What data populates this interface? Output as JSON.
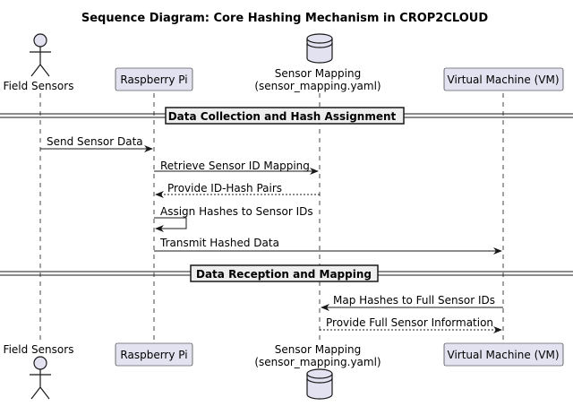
{
  "title": "Sequence Diagram: Core Hashing Mechanism in CROP2CLOUD",
  "participants": {
    "field_sensors": "Field Sensors",
    "raspberry_pi": "Raspberry Pi",
    "sensor_mapping_line1": "Sensor Mapping",
    "sensor_mapping_line2": "(sensor_mapping.yaml)",
    "vm": "Virtual Machine (VM)"
  },
  "sections": [
    "Data Collection and Hash Assignment",
    "Data Reception and Mapping"
  ],
  "messages": [
    "Send Sensor Data",
    "Retrieve Sensor ID Mapping",
    "Provide ID-Hash Pairs",
    "Assign Hashes to Sensor IDs",
    "Transmit Hashed Data",
    "Map Hashes to Full Sensor IDs",
    "Provide Full Sensor Information"
  ],
  "colors": {
    "participant_fill": "#e2e2f0",
    "participant_stroke": "#181818",
    "section_fill": "#eeeeee",
    "line": "#181818"
  }
}
